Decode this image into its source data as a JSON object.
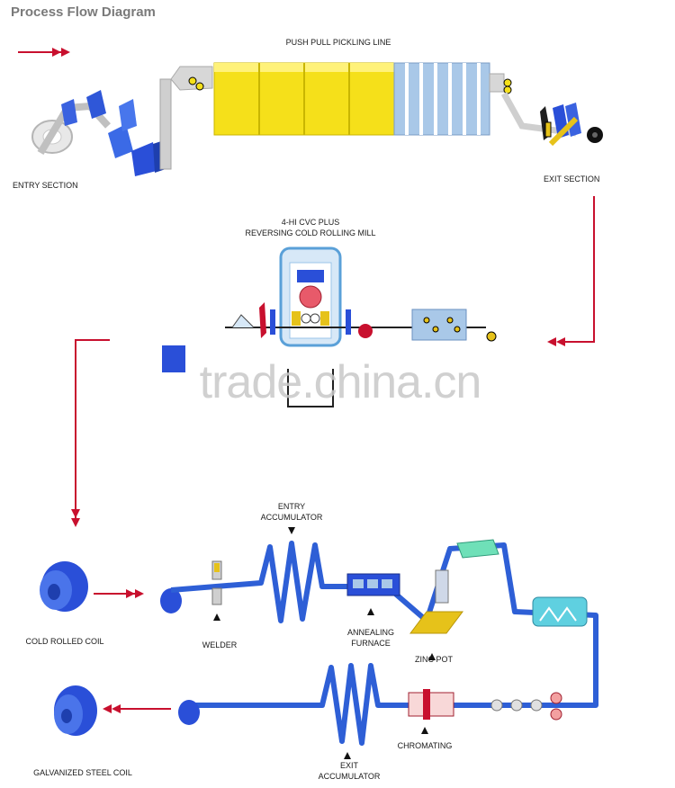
{
  "title": "Process Flow Diagram",
  "labels": {
    "pickling_line": "PUSH PULL PICKLING LINE",
    "entry_section": "ENTRY SECTION",
    "exit_section": "EXIT SECTION",
    "mill_line1": "4-HI CVC PLUS",
    "mill_line2": "REVERSING COLD ROLLING MILL",
    "entry_acc_line1": "ENTRY",
    "entry_acc_line2": "ACCUMULATOR",
    "cold_rolled_coil": "COLD ROLLED COIL",
    "welder": "WELDER",
    "annealing_line1": "ANNEALING",
    "annealing_line2": "FURNACE",
    "zinc_pot": "ZINC POT",
    "chromating": "CHROMATING",
    "galvanized_coil": "GALVANIZED STEEL COIL",
    "exit_acc_line1": "EXIT",
    "exit_acc_line2": "ACCUMULATOR"
  },
  "watermark": "trade.china.cn",
  "colors": {
    "flow_arrow": "#c8102e",
    "strip_blue": "#2e5fd6",
    "coil_blue": "#2a4fd8",
    "pickling_yellow": "#f5e01a",
    "rinse_blue": "#a9c8e8",
    "zinc_yellow": "#e6c21a",
    "cooling_green": "#6fe0b8"
  }
}
